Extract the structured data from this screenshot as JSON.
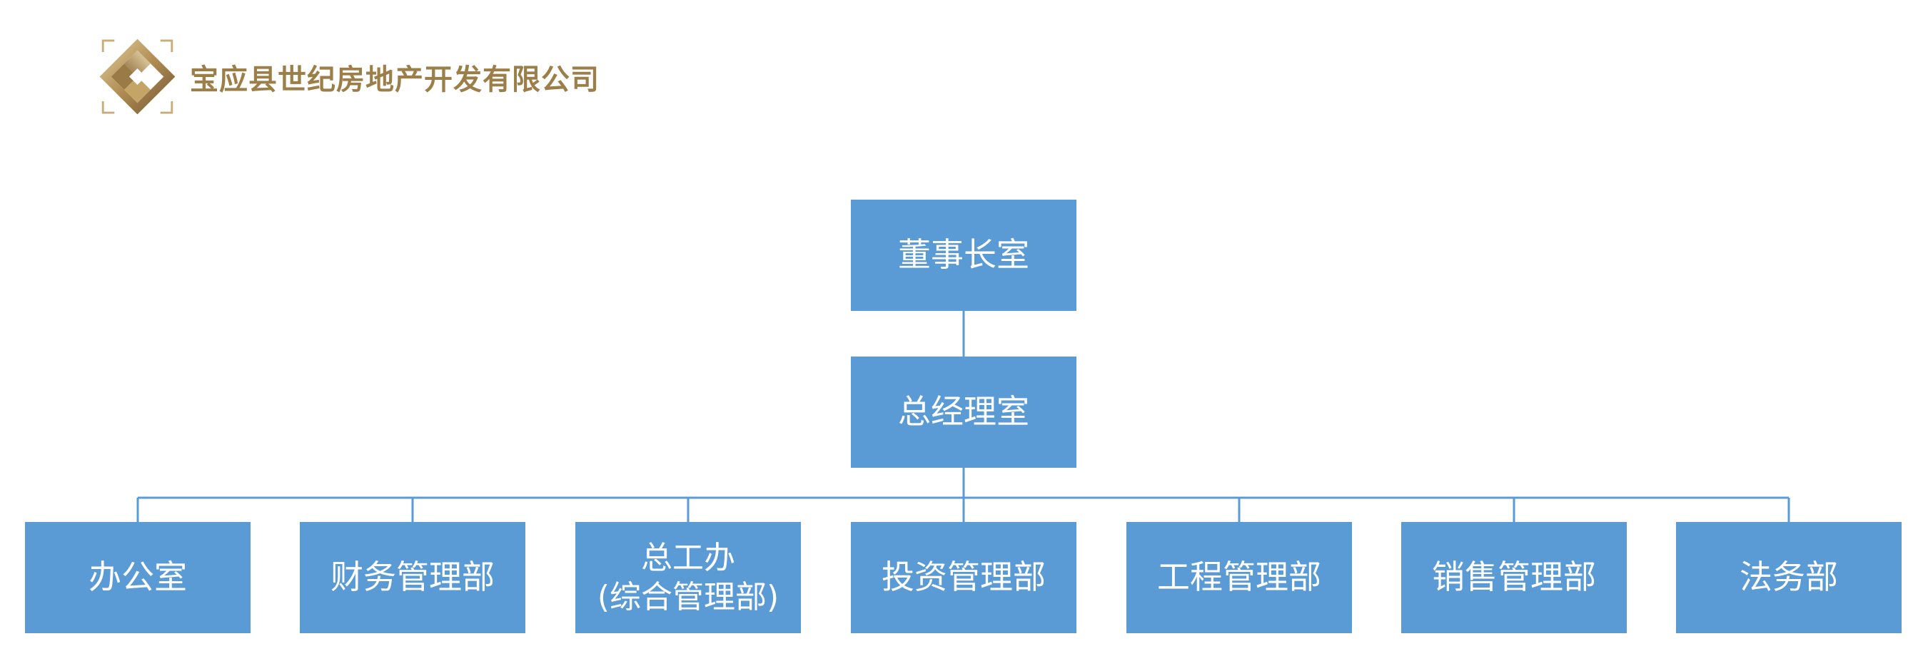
{
  "header": {
    "company_name": "宝应县世纪房地产开发有限公司",
    "logo_icon": "diamond-cube-logo-icon"
  },
  "colors": {
    "box_fill": "#5b9bd5",
    "connector": "#5b9bd5",
    "box_text": "#ffffff",
    "logo_gold_dark": "#8a6d3b",
    "logo_gold_light": "#d9c08a",
    "company_text": "#9c7e49"
  },
  "org": {
    "board": {
      "label": "董事长室"
    },
    "gm": {
      "label": "总经理室"
    },
    "departments": [
      {
        "lines": [
          "办公室"
        ]
      },
      {
        "lines": [
          "财务管理部"
        ]
      },
      {
        "lines": [
          "总工办",
          "(综合管理部)"
        ]
      },
      {
        "lines": [
          "投资管理部"
        ]
      },
      {
        "lines": [
          "工程管理部"
        ]
      },
      {
        "lines": [
          "销售管理部"
        ]
      },
      {
        "lines": [
          "法务部"
        ]
      }
    ]
  }
}
